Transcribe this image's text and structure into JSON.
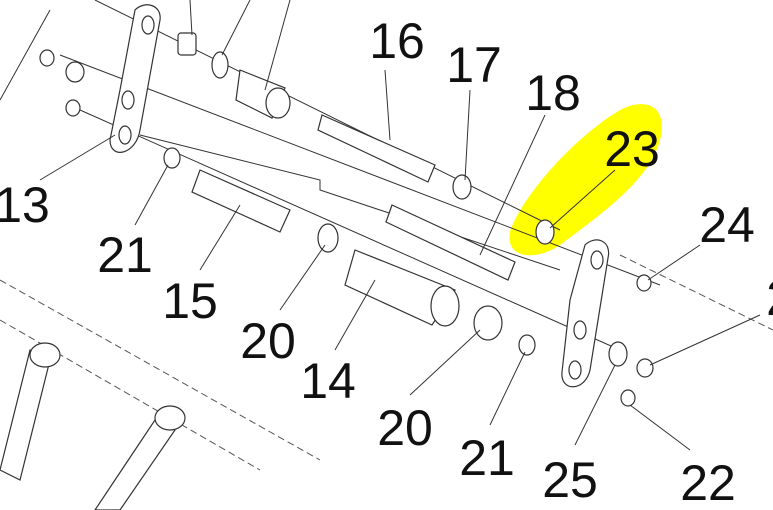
{
  "diagram": {
    "highlight_color": "#ffff00",
    "highlighted_part": "23",
    "labels": {
      "p16": "16",
      "p17": "17",
      "p18": "18",
      "p23": "23",
      "p24": "24",
      "p2x": "2",
      "p13": "13",
      "p21a": "21",
      "p15": "15",
      "p20a": "20",
      "p14": "14",
      "p20b": "20",
      "p21b": "21",
      "p25": "25",
      "p22": "22"
    }
  }
}
